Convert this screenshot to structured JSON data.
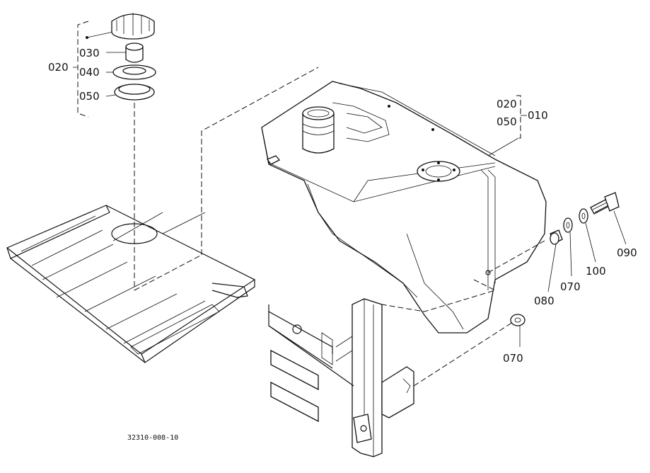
{
  "labels": {
    "p020_left": "020",
    "p030": "030",
    "p040": "040",
    "p050_left": "050",
    "p020_right": "020",
    "p050_right": "050",
    "p010": "010",
    "p090": "090",
    "p100": "100",
    "p070_upper": "070",
    "p080": "080",
    "p070_lower": "070"
  },
  "drawing_number": "32310-008-10"
}
